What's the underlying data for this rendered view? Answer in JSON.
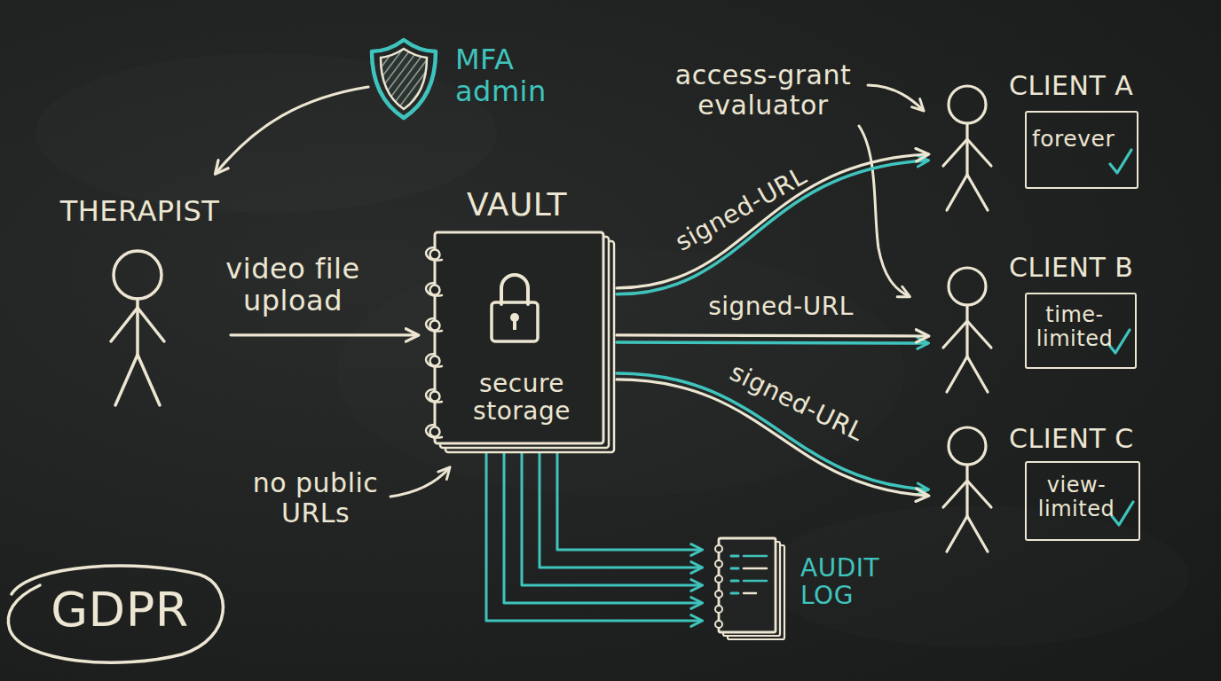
{
  "diagram": {
    "nodes": [
      {
        "text": [
          "MFA admin"
        ]
      },
      {
        "text": [
          "THERAPIST"
        ]
      },
      {
        "text": [
          "VAULT",
          "secure storage"
        ]
      },
      {
        "text": [
          "CLIENT A"
        ]
      },
      {
        "text": [
          "forever"
        ],
        "in": 3
      },
      {
        "text": [
          "CLIENT B"
        ]
      },
      {
        "text": [
          "time-limited"
        ],
        "in": 5
      },
      {
        "text": [
          "CLIENT C"
        ]
      },
      {
        "text": [
          "view-limited"
        ],
        "in": 7
      },
      {
        "text": [
          "AUDIT LOG"
        ]
      },
      {
        "text": [
          "GDPR"
        ]
      }
    ],
    "edges": [
      {
        "from": 0,
        "to": 1,
        "arrow": "to"
      },
      {
        "from": 1,
        "to": 2,
        "label": "video file upload",
        "arrow": "to"
      },
      {
        "from": 2,
        "to": 3,
        "label": "signed-URL",
        "arrow": "to"
      },
      {
        "from": 2,
        "to": 5,
        "label": "signed-URL",
        "arrow": "to"
      },
      {
        "from": 2,
        "to": 7,
        "label": "signed-URL",
        "arrow": "to"
      },
      {
        "from": 2,
        "to": 9,
        "arrow": "to"
      }
    ],
    "labels": [
      "access-grant evaluator",
      "no public URLs"
    ]
  }
}
